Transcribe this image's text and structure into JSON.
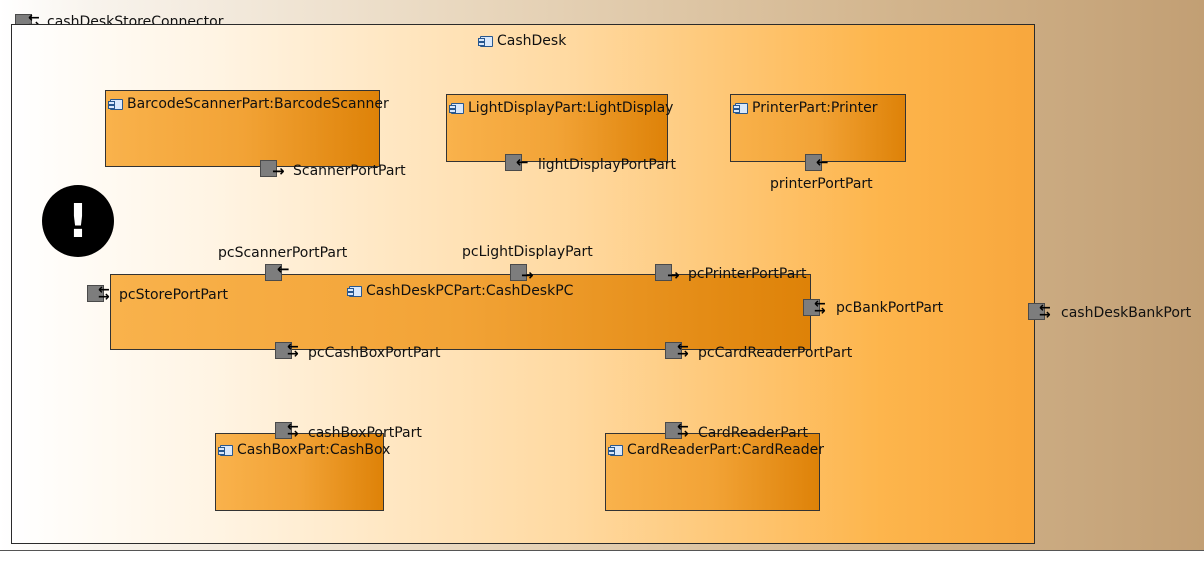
{
  "diagram": {
    "connector_label": "cashDeskStoreConnector",
    "outer_title": "CashDesk",
    "bank_port": "cashDeskBankPort",
    "parts": {
      "barcode": {
        "label": "BarcodeScannerPart:BarcodeScanner",
        "port": "ScannerPortPart"
      },
      "lightdisplay": {
        "label": "LightDisplayPart:LightDisplay",
        "port": "lightDisplayPortPart"
      },
      "printer": {
        "label": "PrinterPart:Printer",
        "port": "printerPortPart"
      },
      "pc": {
        "label": "CashDeskPCPart:CashDeskPC",
        "ports": {
          "scanner": "pcScannerPortPart",
          "lightdisplay": "pcLightDisplayPart",
          "printer": "pcPrinterPortPart",
          "store": "pcStorePortPart",
          "bank": "pcBankPortPart",
          "cashbox": "pcCashBoxPortPart",
          "cardreader": "pcCardReaderPortPart"
        }
      },
      "cashbox": {
        "label": "CashBoxPart:CashBox",
        "port": "cashBoxPortPart"
      },
      "cardreader": {
        "label": "CardReaderPart:CardReader",
        "port": "CardReaderPart"
      }
    },
    "warning_icon": "exclamation-icon",
    "colors": {
      "part_fill_light": "#f9b24c",
      "part_fill_dark": "#de8208",
      "port_fill": "#7d7d7d",
      "icon_blue": "#27578f"
    }
  }
}
